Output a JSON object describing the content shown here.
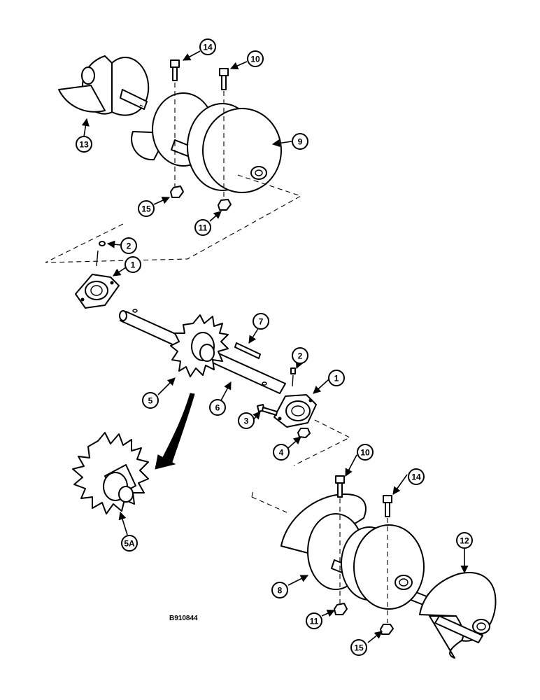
{
  "figure_id": "B910844",
  "callouts": [
    {
      "label": "14"
    },
    {
      "label": "10"
    },
    {
      "label": "13"
    },
    {
      "label": "9"
    },
    {
      "label": "15"
    },
    {
      "label": "11"
    },
    {
      "label": "2"
    },
    {
      "label": "1"
    },
    {
      "label": "7"
    },
    {
      "label": "2"
    },
    {
      "label": "1"
    },
    {
      "label": "5"
    },
    {
      "label": "6"
    },
    {
      "label": "3"
    },
    {
      "label": "4"
    },
    {
      "label": "10"
    },
    {
      "label": "14"
    },
    {
      "label": "12"
    },
    {
      "label": "5A"
    },
    {
      "label": "8"
    },
    {
      "label": "11"
    },
    {
      "label": "15"
    }
  ]
}
